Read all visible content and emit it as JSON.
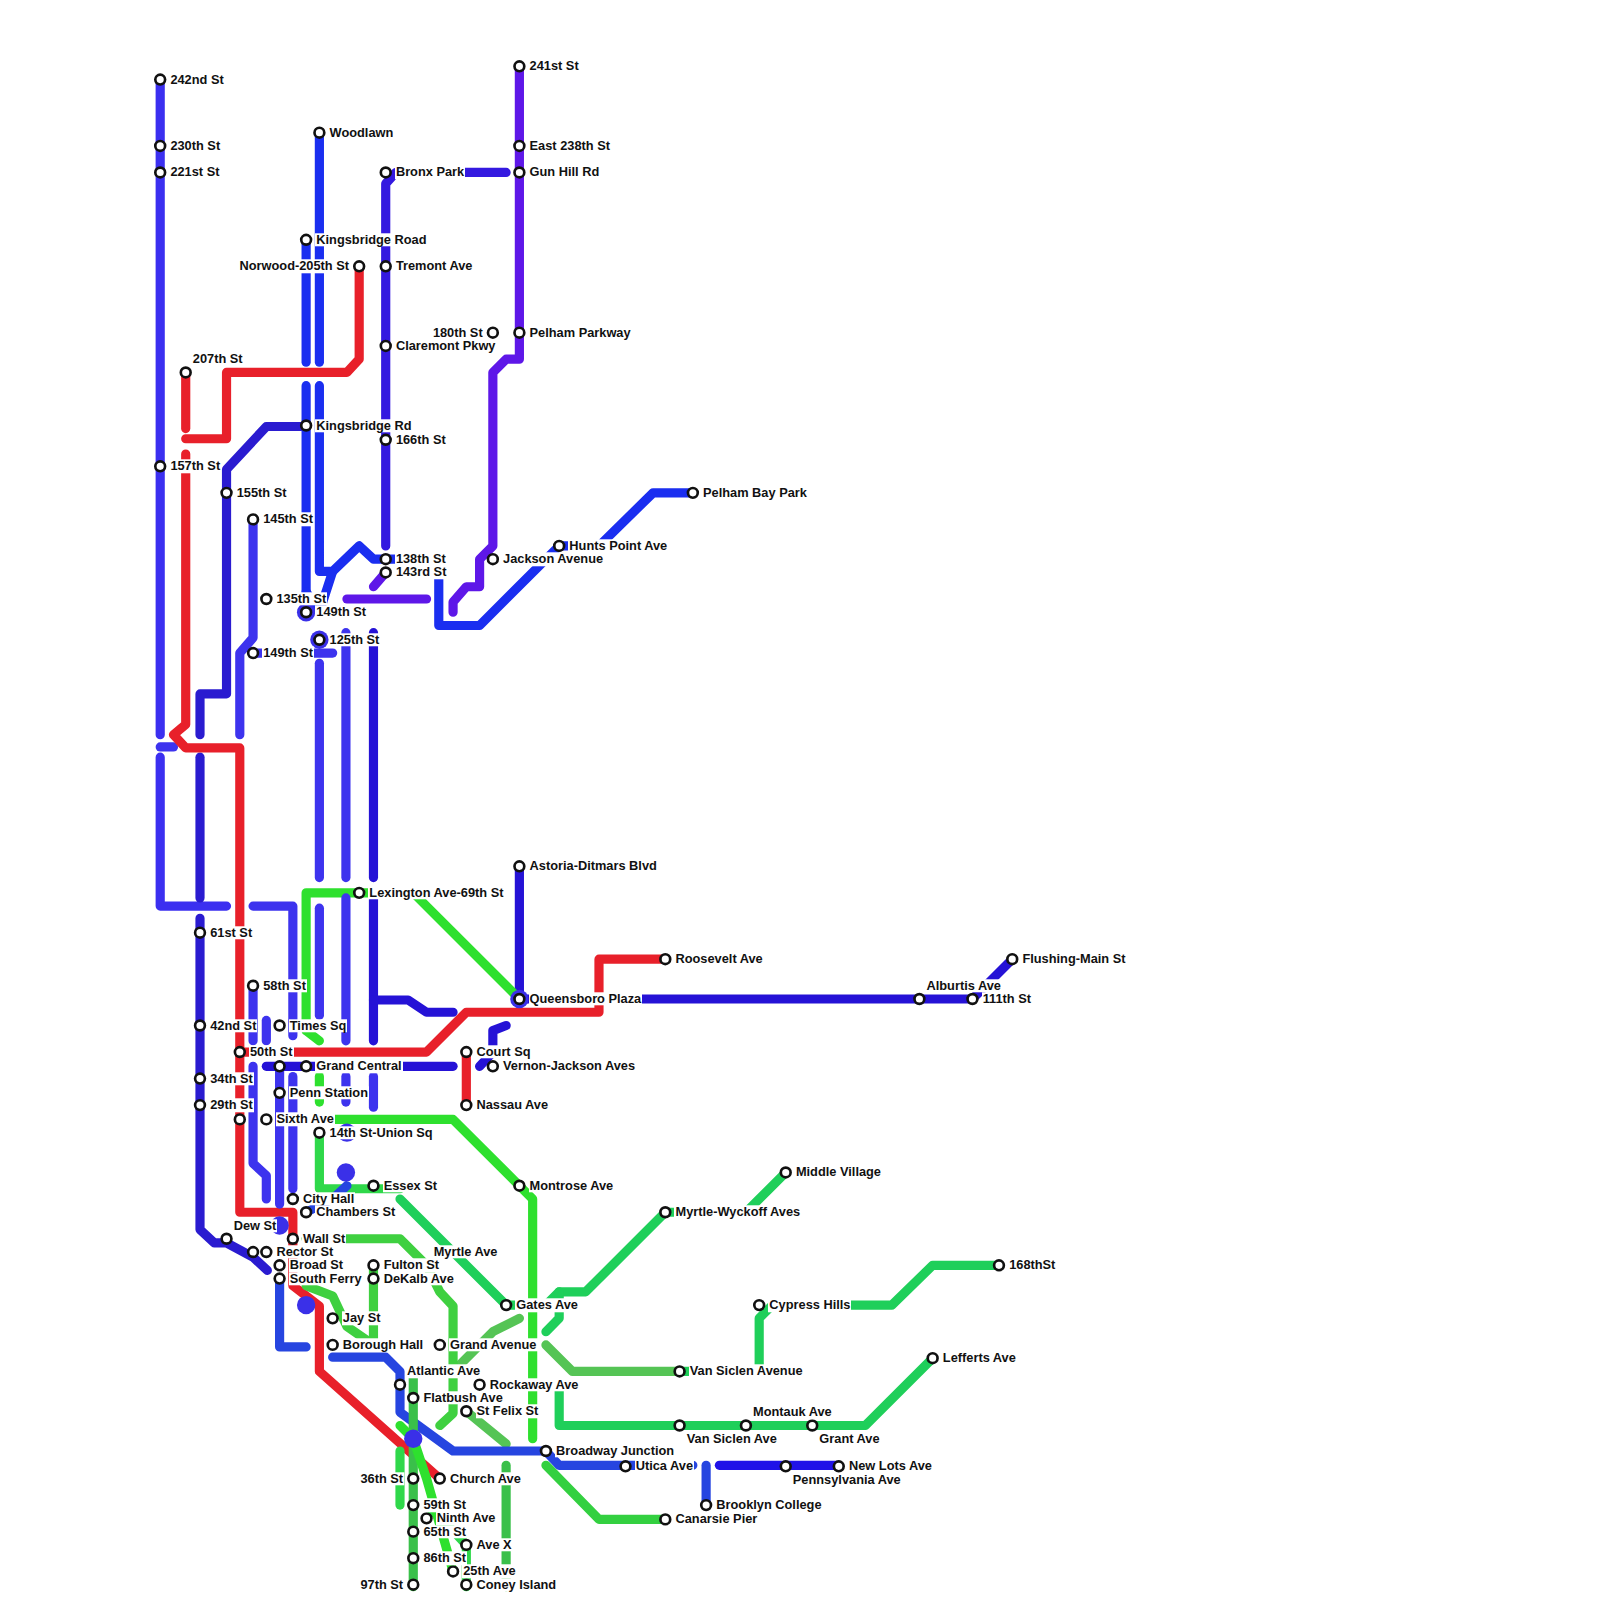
{
  "diagram": {
    "labels": [
      "242nd St",
      "230th St",
      "221st St",
      "207th St",
      "157th St",
      "155th St",
      "145th St",
      "135th St",
      "149th St",
      "125th St",
      "149th St",
      "Woodlawn",
      "Kingsbridge Road",
      "Norwood-205th St",
      "Tremont Ave",
      "Bronx Park",
      "Claremont Pkwy",
      "Kingsbridge Rd",
      "166th St",
      "138th St",
      "143rd St",
      "180th St",
      "Pelham Parkway",
      "241st St",
      "East 238th St",
      "Gun Hill Rd",
      "Jackson Avenue",
      "Hunts Point Ave",
      "Pelham Bay Park",
      "Astoria-Ditmars Blvd",
      "Lexington Ave-69th St",
      "Queensboro Plaza",
      "Roosevelt Ave",
      "Flushing-Main St",
      "Alburtis Ave",
      "111th St",
      "Court Sq",
      "Vernon-Jackson Aves",
      "Nassau Ave",
      "61st St",
      "58th St",
      "42nd St",
      "Times Sq",
      "50th St",
      "Grand Central",
      "34th St",
      "Penn Station",
      "29th St",
      "Sixth Ave",
      "14th St-Union Sq",
      "Essex St",
      "City Hall",
      "Chambers St",
      "Dew St",
      "Rector St",
      "Wall St",
      "Broad St",
      "South Ferry",
      "Fulton St",
      "Myrtle Ave",
      "DeKalb Ave",
      "Gates Ave",
      "Jay St",
      "Borough Hall",
      "Grand Avenue",
      "Atlantic Ave",
      "Rockaway Ave",
      "Flatbush Ave",
      "St Felix St",
      "Broadway Junction",
      "Utica Ave",
      "Brooklyn College",
      "Canarsie Pier",
      "Van Siclen Avenue",
      "Cypress Hills",
      "168thSt",
      "Lefferts Ave",
      "Myrtle-Wyckoff Aves",
      "Middle Village",
      "Montrose Ave",
      "Van Siclen Ave",
      "Montauk Ave",
      "Grant Ave",
      "Pennsylvania Ave",
      "New Lots Ave",
      "36th St",
      "Church Ave",
      "59th St",
      "Ninth Ave",
      "65th St",
      "Ave X",
      "86th St",
      "25th Ave",
      "97th St",
      "Coney Island"
    ]
  }
}
